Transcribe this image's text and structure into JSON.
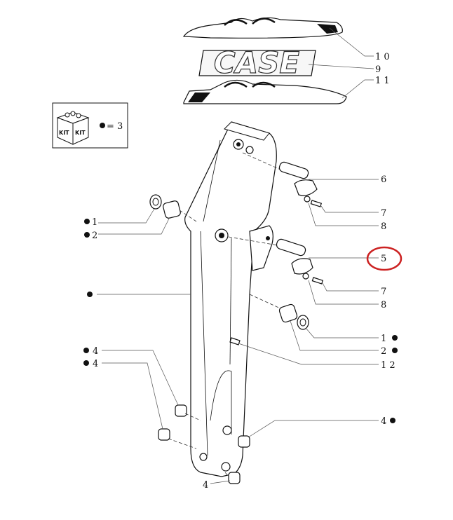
{
  "brand": {
    "logo_text": "CASE"
  },
  "kit": {
    "icon": "kit-box-icon",
    "box_text": [
      "KIT",
      "KIT"
    ],
    "note": "= 3"
  },
  "callouts": {
    "c10": "1 0",
    "c9": "9",
    "c11": "1 1",
    "c6": "6",
    "c7a": "7",
    "c8a": "8",
    "c5": "5",
    "c7b": "7",
    "c8b": "8",
    "c1r": "1",
    "c2r": "2",
    "c12": "1 2",
    "c4r": "4",
    "c1l": "1",
    "c2l": "2",
    "c4la": "4",
    "c4lb": "4",
    "c4bottom": "4"
  },
  "highlight": {
    "color": "#cc2222",
    "target": "5"
  },
  "colors": {
    "line": "#111111",
    "bullet": "#111111"
  }
}
